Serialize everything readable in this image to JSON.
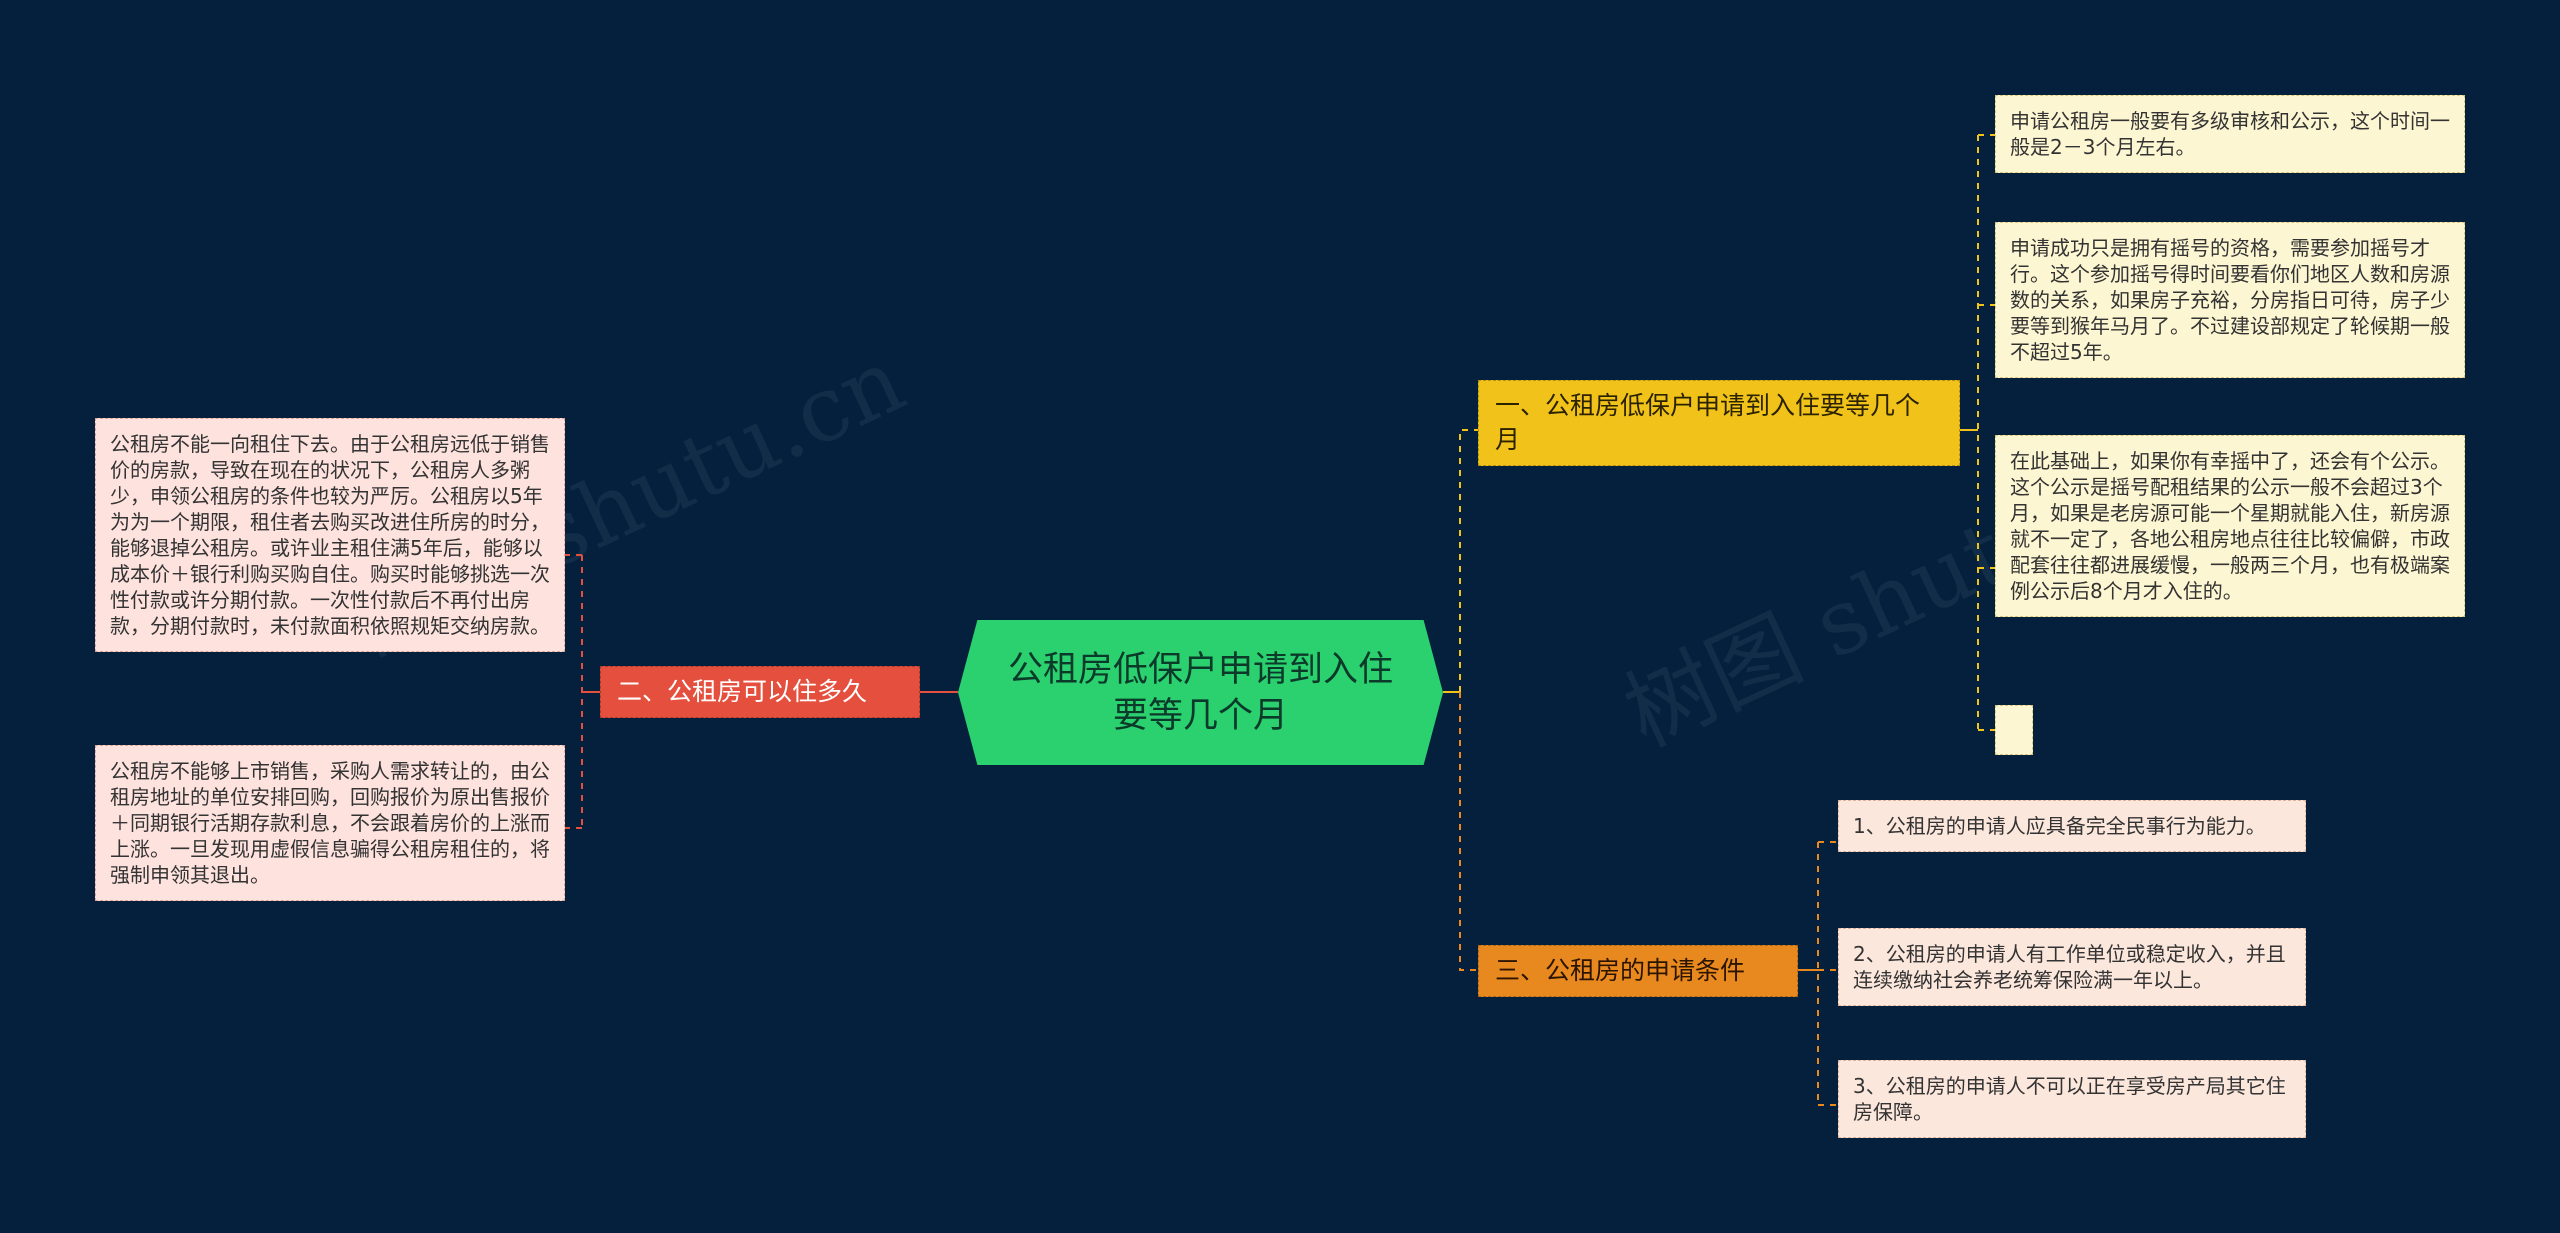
{
  "center": {
    "text": "公租房低保户申请到入住要等几个月"
  },
  "branches": {
    "b1": {
      "label": "一、公租房低保户申请到入住要等几个月",
      "color": "#f0c21a"
    },
    "b2": {
      "label": "二、公租房可以住多久",
      "color": "#e5503e"
    },
    "b3": {
      "label": "三、公租房的申请条件",
      "color": "#e8891f"
    }
  },
  "leaves": {
    "b1": [
      "申请公租房一般要有多级审核和公示，这个时间一般是2－3个月左右。",
      "申请成功只是拥有摇号的资格，需要参加摇号才行。这个参加摇号得时间要看你们地区人数和房源数的关系，如果房子充裕，分房指日可待，房子少要等到猴年马月了。不过建设部规定了轮候期一般不超过5年。",
      "在此基础上，如果你有幸摇中了，还会有个公示。这个公示是摇号配租结果的公示一般不会超过3个月，如果是老房源可能一个星期就能入住，新房源就不一定了，各地公租房地点往往比较偏僻，市政配套往往都进展缓慢，一般两三个月，也有极端案例公示后8个月才入住的。",
      ""
    ],
    "b2": [
      "公租房不能一向租住下去。由于公租房远低于销售价的房款，导致在现在的状况下，公租房人多粥少，申领公租房的条件也较为严厉。公租房以5年为为一个期限，租住者去购买改进住所房的时分，能够退掉公租房。或许业主租住满5年后，能够以成本价＋银行利购买购自住。购买时能够挑选一次性付款或许分期付款。一次性付款后不再付出房款，分期付款时，未付款面积依照规矩交纳房款。",
      "公租房不能够上市销售，采购人需求转让的，由公租房地址的单位安排回购，回购报价为原出售报价＋同期银行活期存款利息，不会跟着房价的上涨而上涨。一旦发现用虚假信息骗得公租房租住的，将强制申领其退出。"
    ],
    "b3": [
      "1、公租房的申请人应具备完全民事行为能力。",
      "2、公租房的申请人有工作单位或稳定收入，并且连续缴纳社会养老统筹保险满一年以上。",
      "3、公租房的申请人不可以正在享受房产局其它住房保障。"
    ]
  },
  "watermark": {
    "text": "树图 shutu.cn"
  }
}
